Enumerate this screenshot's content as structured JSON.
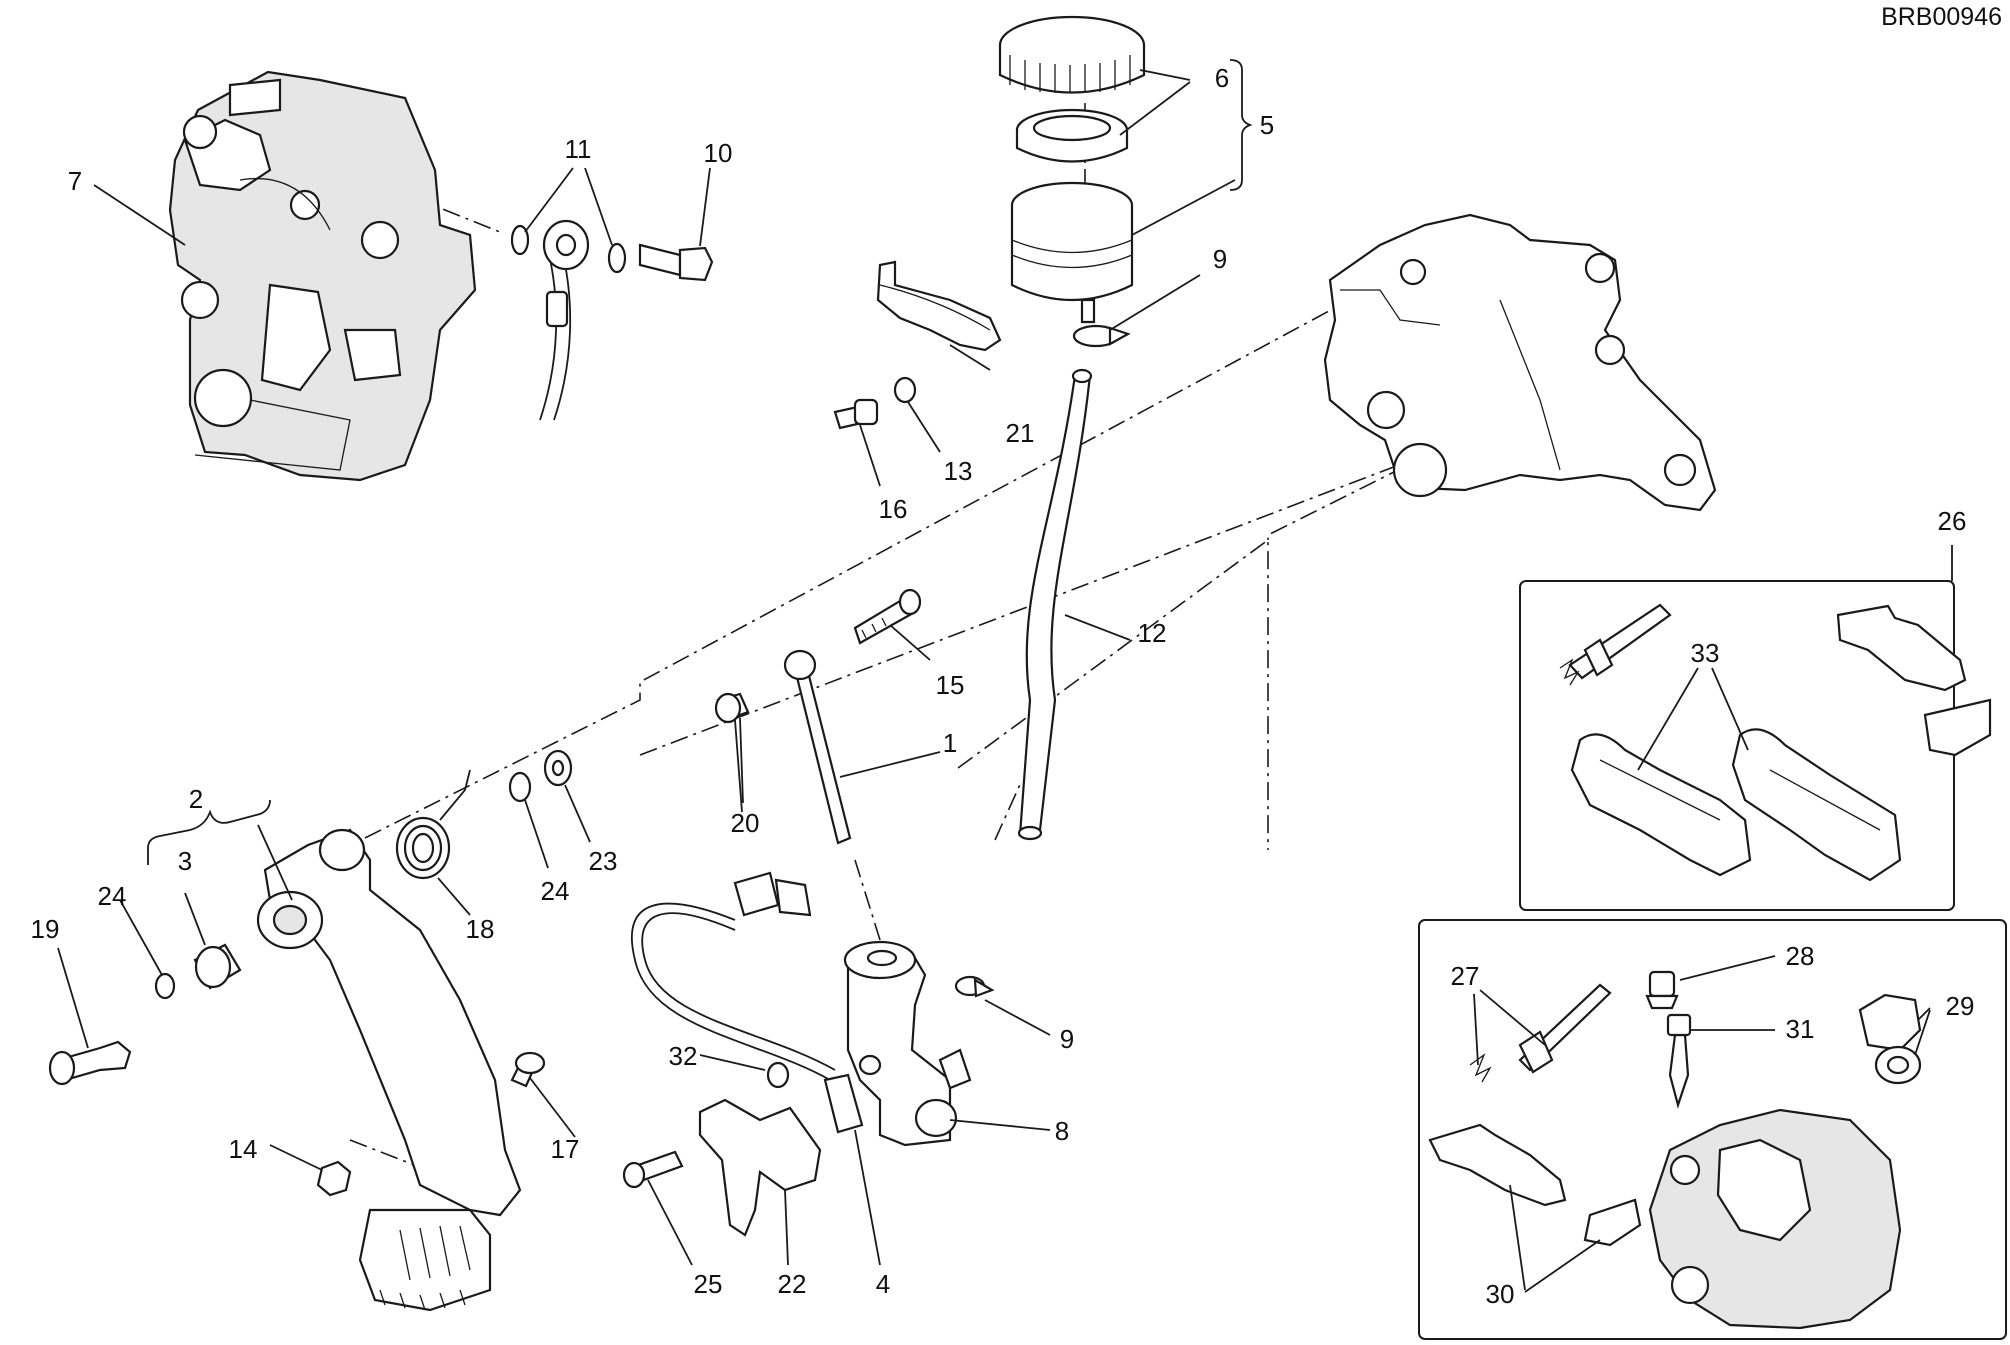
{
  "diagram_code": "BRB00946",
  "callouts": [
    {
      "id": "c1",
      "text": "1"
    },
    {
      "id": "c2",
      "text": "2"
    },
    {
      "id": "c3",
      "text": "3"
    },
    {
      "id": "c4",
      "text": "4"
    },
    {
      "id": "c5",
      "text": "5"
    },
    {
      "id": "c6",
      "text": "6"
    },
    {
      "id": "c7",
      "text": "7"
    },
    {
      "id": "c8",
      "text": "8"
    },
    {
      "id": "c9a",
      "text": "9"
    },
    {
      "id": "c9b",
      "text": "9"
    },
    {
      "id": "c10",
      "text": "10"
    },
    {
      "id": "c11",
      "text": "11"
    },
    {
      "id": "c12",
      "text": "12"
    },
    {
      "id": "c13",
      "text": "13"
    },
    {
      "id": "c14",
      "text": "14"
    },
    {
      "id": "c15",
      "text": "15"
    },
    {
      "id": "c16",
      "text": "16"
    },
    {
      "id": "c17",
      "text": "17"
    },
    {
      "id": "c18",
      "text": "18"
    },
    {
      "id": "c19",
      "text": "19"
    },
    {
      "id": "c20",
      "text": "20"
    },
    {
      "id": "c21",
      "text": "21"
    },
    {
      "id": "c22",
      "text": "22"
    },
    {
      "id": "c23",
      "text": "23"
    },
    {
      "id": "c24a",
      "text": "24"
    },
    {
      "id": "c24b",
      "text": "24"
    },
    {
      "id": "c25",
      "text": "25"
    },
    {
      "id": "c26",
      "text": "26"
    },
    {
      "id": "c27",
      "text": "27"
    },
    {
      "id": "c28",
      "text": "28"
    },
    {
      "id": "c29",
      "text": "29"
    },
    {
      "id": "c30",
      "text": "30"
    },
    {
      "id": "c31",
      "text": "31"
    },
    {
      "id": "c32",
      "text": "32"
    },
    {
      "id": "c33",
      "text": "33"
    }
  ]
}
